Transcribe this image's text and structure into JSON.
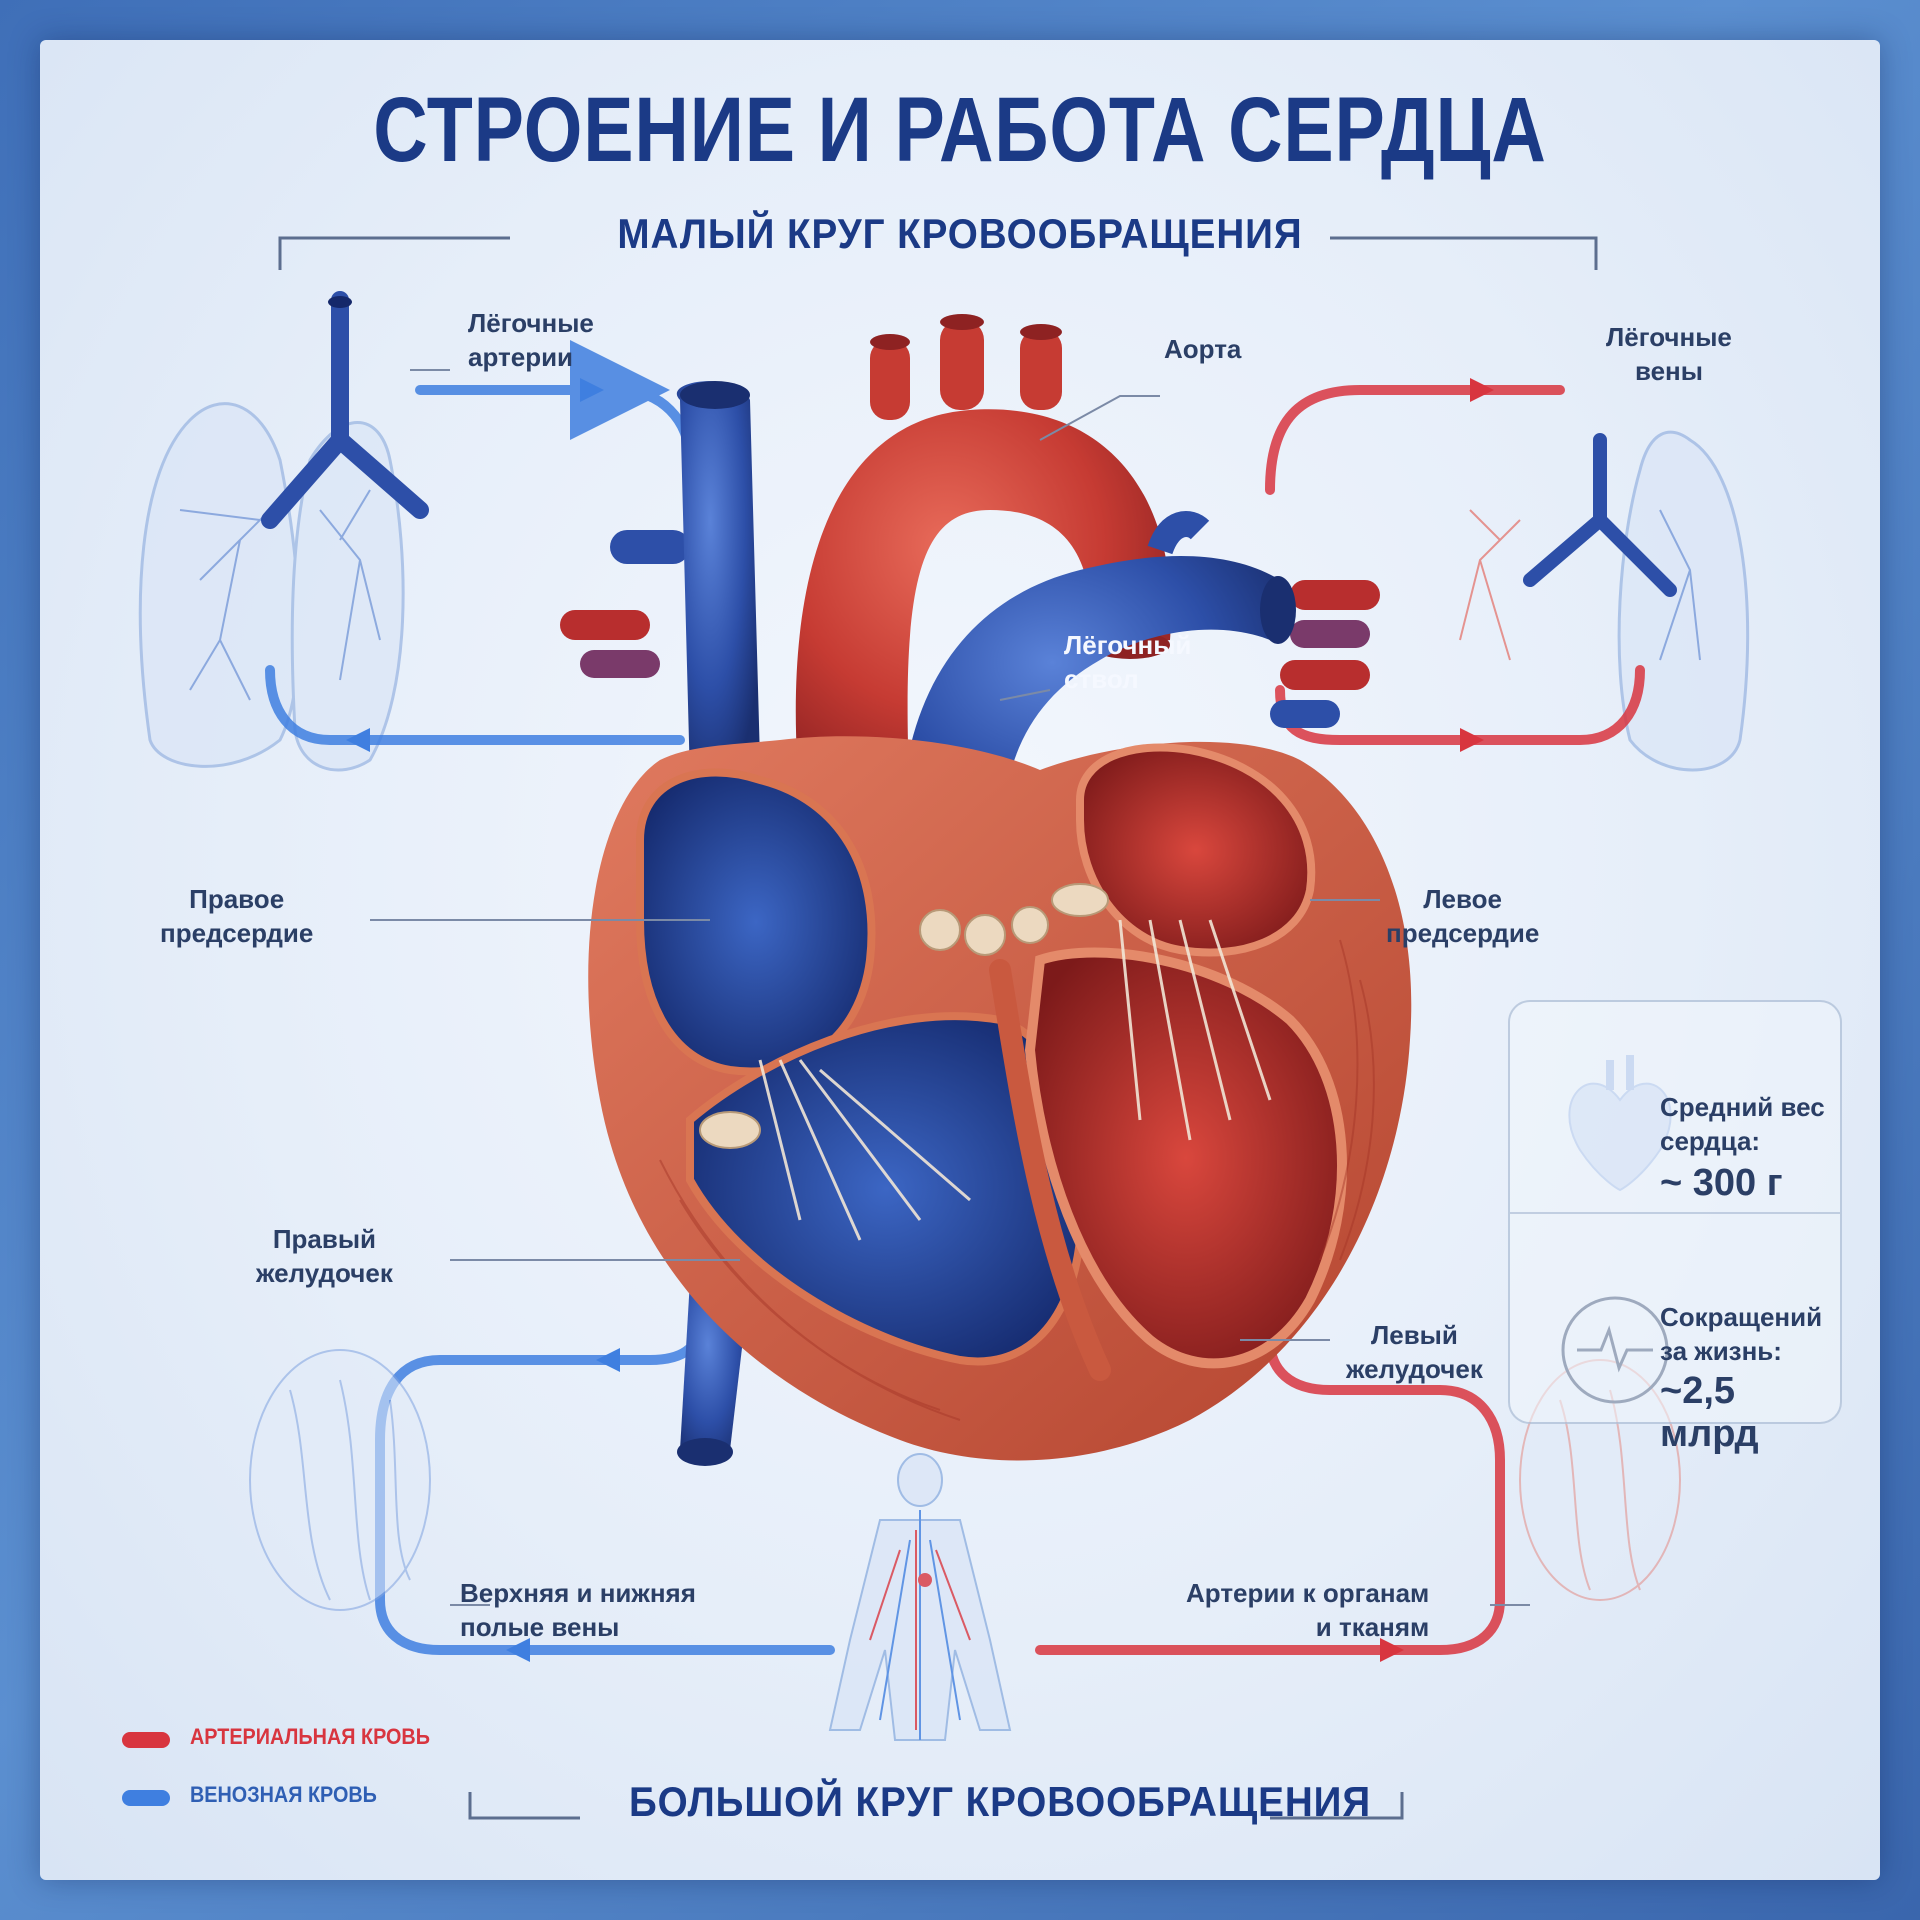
{
  "title": "СТРОЕНИЕ И РАБОТА СЕРДЦА",
  "small_circle": {
    "title": "МАЛЫЙ  КРУГ КРОВООБРАЩЕНИЯ"
  },
  "big_circle": {
    "title": "БОЛЬШОЙ КРУГ КРОВООБРАЩЕНИЯ"
  },
  "labels": {
    "pulmonary_arteries": "Лёгочные\nартерии",
    "aorta": "Аорта",
    "pulmonary_veins": "Лёгочные\nвены",
    "pulmonary_trunk": "Лёгочный\nствол",
    "right_atrium": "Правое\nпредсердие",
    "left_atrium": "Левое\nпредсердие",
    "right_ventricle": "Правый\nжелудочек",
    "left_ventricle": "Левый\nжелудочек",
    "vena_cava": "Верхняя и нижняя\nполые вены",
    "arteries_to_organs": "Артерии к органам\nи тканям"
  },
  "stats": [
    {
      "label": "Средний вес\nсердца:",
      "value": "~ 300 г",
      "icon": "heart-icon"
    },
    {
      "label": "Сокращений\nза жизнь:",
      "value": "~2,5 млрд",
      "icon": "heartbeat-icon"
    }
  ],
  "legend": [
    {
      "text": "АРТЕРИАЛЬНАЯ КРОВЬ",
      "color": "#d8353f"
    },
    {
      "text": "ВЕНОЗНАЯ КРОВЬ",
      "color": "#3f7fe0"
    }
  ],
  "colors": {
    "arterial": "#d8353f",
    "venous": "#3f7fe0",
    "title": "#1b3a86",
    "muscle": "#c4473c",
    "vessel_blue": "#2d4fa8"
  }
}
